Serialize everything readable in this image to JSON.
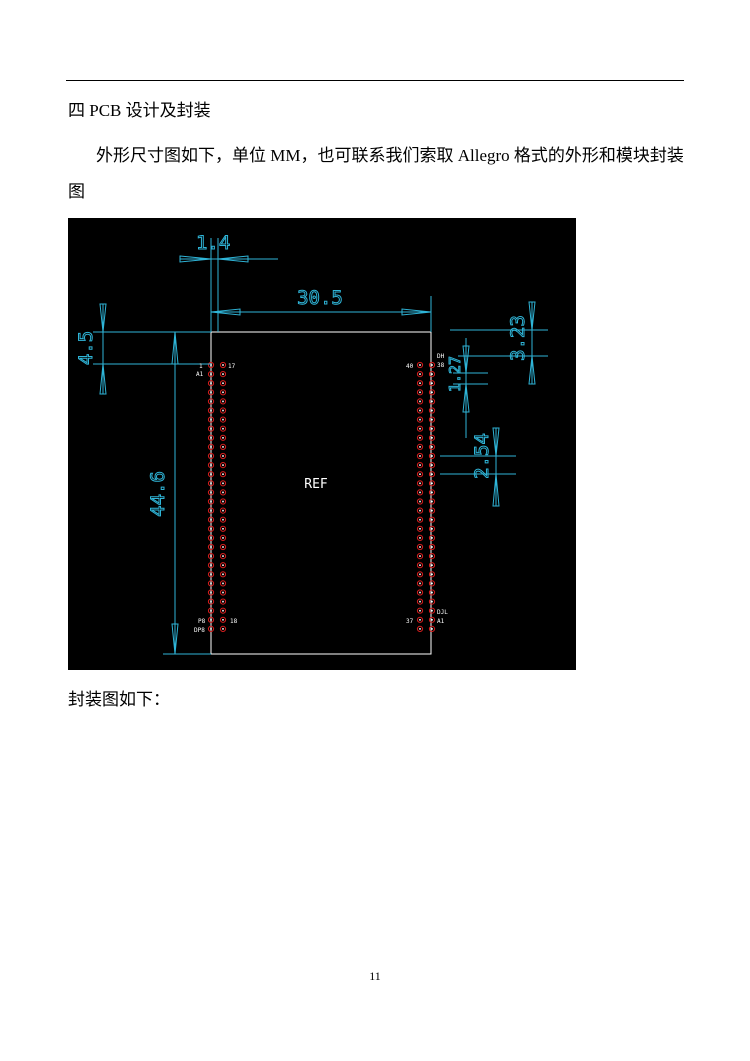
{
  "section_title": "四  PCB 设计及封装",
  "paragraph": "外形尺寸图如下，单位 MM，也可联系我们索取 Allegro 格式的外形和模块封装图",
  "figure": {
    "board_label": "REF",
    "dimensions": {
      "pin_offset": "1.4",
      "width": "30.5",
      "top_margin": "4.5",
      "height": "44.6",
      "right_top": "3.23",
      "right_gap": "1.27",
      "pitch": "2.54"
    },
    "pin_labels": {
      "left_top": [
        "1",
        "A1"
      ],
      "left_top_num": "17",
      "left_bottom": [
        "P8",
        "DP8"
      ],
      "left_bottom_num": "18",
      "right_top_num": "40",
      "right_top": [
        "DH",
        "38"
      ],
      "right_bottom_num": "37",
      "right_bottom": [
        "DJL",
        "A1"
      ]
    },
    "colors": {
      "background": "#000000",
      "outline": "#ffffff",
      "dimension": "#2fb5d8",
      "pad": "#d81e1e"
    }
  },
  "caption": "封装图如下：",
  "page_number": "11"
}
